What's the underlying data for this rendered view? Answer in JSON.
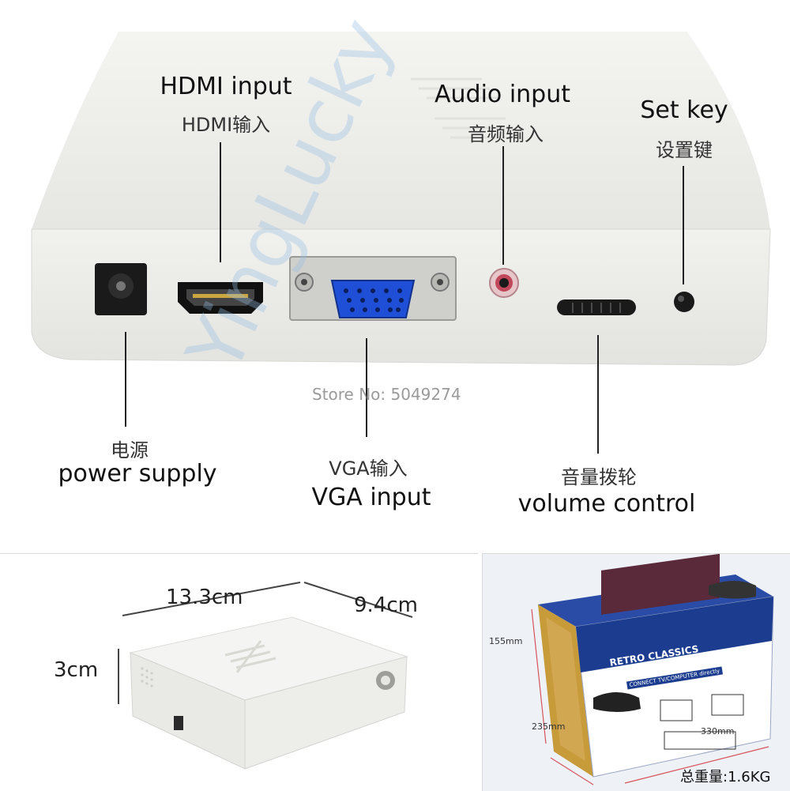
{
  "top": {
    "labels": {
      "hdmi_en": "HDMI input",
      "hdmi_zh": "HDMI输入",
      "audio_en": "Audio input",
      "audio_zh": "音频输入",
      "setkey_en": "Set key",
      "setkey_zh": "设置键",
      "power_zh": "电源",
      "power_en": "power supply",
      "vga_zh": "VGA输入",
      "vga_en": "VGA input",
      "volume_zh": "音量拨轮",
      "volume_en": "volume control"
    },
    "watermark_store": "Store No: 5049274",
    "watermark_brand": "YingLucky"
  },
  "bottom_left": {
    "length": "13.3cm",
    "width": "9.4cm",
    "height": "3cm"
  },
  "bottom_right": {
    "height": "155mm",
    "depth": "235mm",
    "length": "330mm",
    "box_title": "RETRO CLASSICS",
    "box_subtitle": "CONNECT TV/COMPUTER directly",
    "weight": "总重量:1.6KG"
  },
  "colors": {
    "device_white": "#efefec",
    "vga_blue": "#1f4fd6",
    "box_blue": "#1c3d8f",
    "box_gold": "#c79a3a"
  }
}
